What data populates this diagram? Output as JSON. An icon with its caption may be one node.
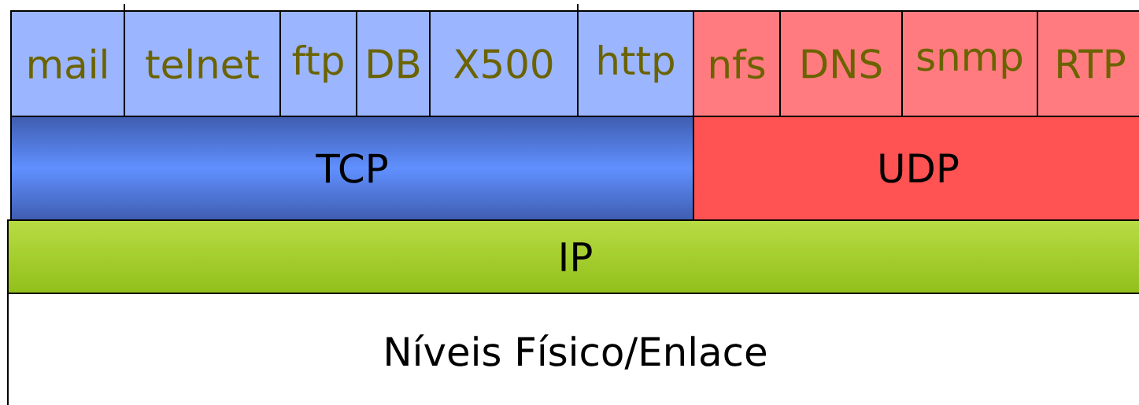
{
  "diagram": {
    "nodes": [
      {
        "text": [
          "mail"
        ]
      },
      {
        "text": [
          "telnet"
        ]
      },
      {
        "text": [
          "ftp"
        ]
      },
      {
        "text": [
          "DB"
        ]
      },
      {
        "text": [
          "X500"
        ]
      },
      {
        "text": [
          "http"
        ]
      },
      {
        "text": [
          "nfs"
        ]
      },
      {
        "text": [
          "DNS"
        ]
      },
      {
        "text": [
          "snmp"
        ]
      },
      {
        "text": [
          "RTP"
        ]
      },
      {
        "text": [
          "TCP"
        ]
      },
      {
        "text": [
          "UDP"
        ]
      },
      {
        "text": [
          "IP"
        ]
      },
      {
        "text": [
          "Níveis Físico/Enlace"
        ]
      }
    ]
  }
}
